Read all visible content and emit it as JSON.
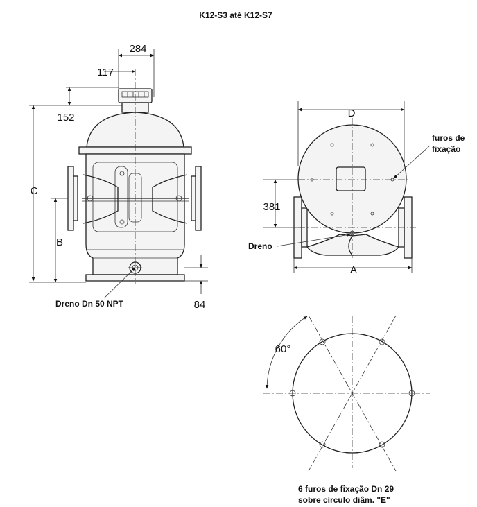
{
  "title": "K12-S3 até K12-S7",
  "dimensions": {
    "d284": "284",
    "d117": "117",
    "d152": "152",
    "dC": "C",
    "dB": "B",
    "d84": "84",
    "dD": "D",
    "d381": "381",
    "dA": "A",
    "d60": "60°"
  },
  "labels": {
    "dreno_npt": "Dreno Dn 50 NPT",
    "dreno": "Dreno",
    "furos_line1": "furos de",
    "furos_line2": "fixação",
    "note_line1": "6 furos de fixação Dn 29",
    "note_line2": "sobre círculo diâm. \"E\""
  }
}
